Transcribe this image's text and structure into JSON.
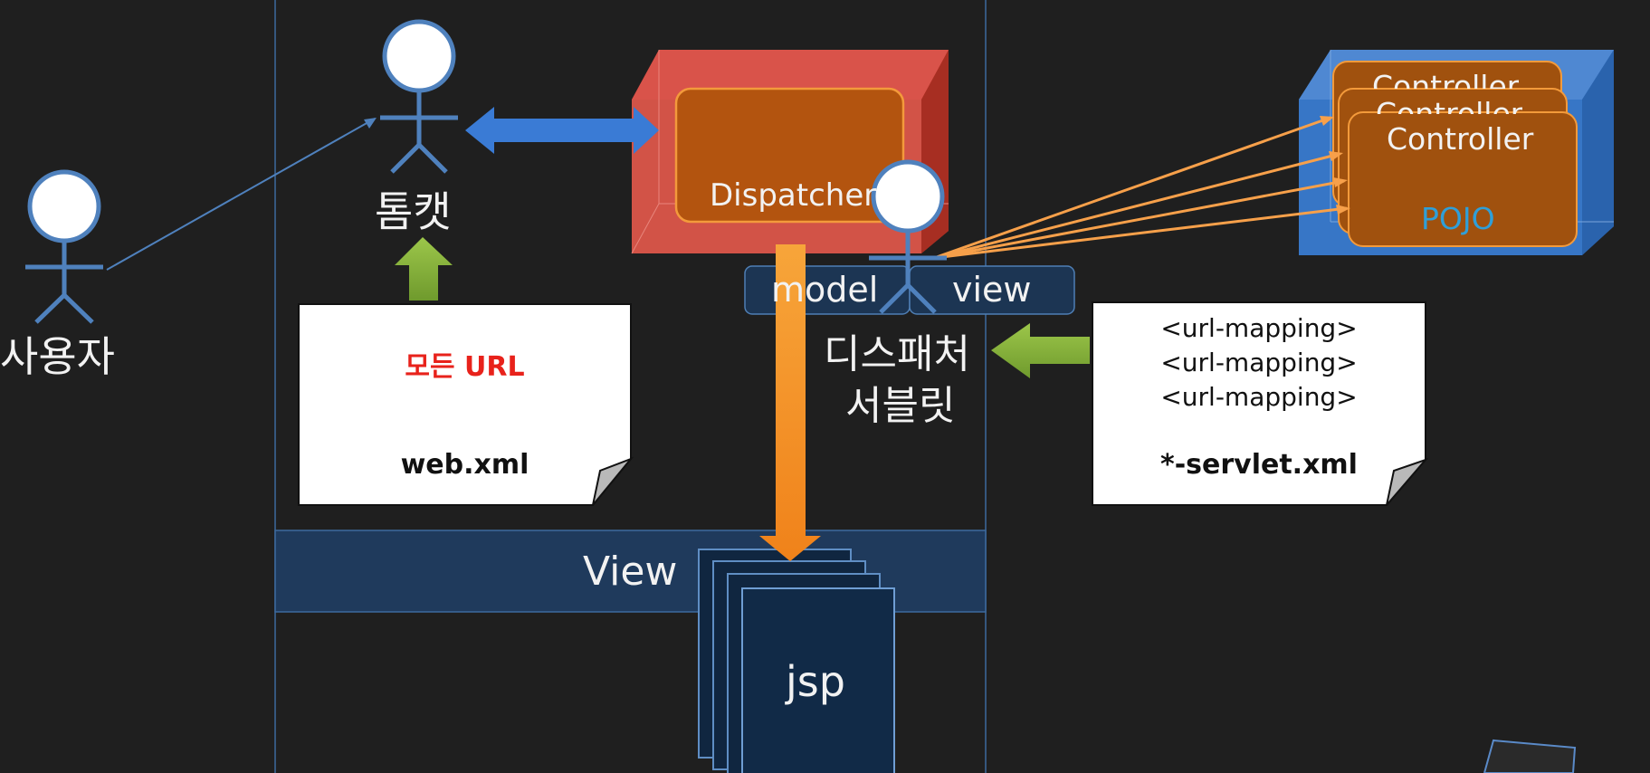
{
  "actors": {
    "user": "사용자",
    "tomcat": "톰캣",
    "dispatcher_servlet_line1": "디스패처",
    "dispatcher_servlet_line2": "서블릿"
  },
  "dispatcher": {
    "label": "Dispatcher"
  },
  "controllers": {
    "label_back1": "Controller",
    "label_back2": "Controller",
    "label_front": "Controller",
    "pojo": "POJO"
  },
  "model_view": {
    "model": "model",
    "view": "view"
  },
  "web_xml": {
    "highlight": "모든 URL",
    "filename": "web.xml"
  },
  "servlet_xml": {
    "mappings": [
      "<url-mapping>",
      "<url-mapping>",
      "<url-mapping>"
    ],
    "filename": "*-servlet.xml"
  },
  "view_bar": {
    "label": "View"
  },
  "jsp": {
    "label": "jsp"
  },
  "colors": {
    "background": "#1f1f1f",
    "actor_blue": "#4f81bd",
    "red_box": "#c0392b",
    "orange": "#f7941d",
    "green": "#8ab43c",
    "controller_brown": "#a0510e",
    "pojo_text": "#2f9fd8",
    "highlight_red": "#e8221b"
  }
}
